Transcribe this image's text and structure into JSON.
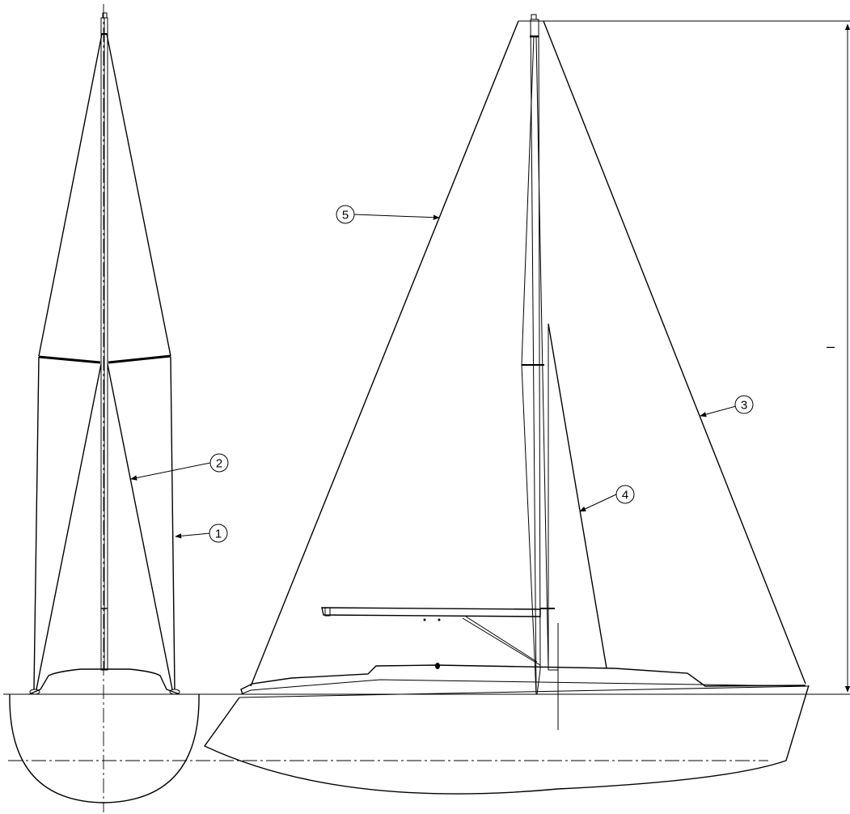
{
  "callouts": [
    {
      "label": "1"
    },
    {
      "label": "2"
    },
    {
      "label": "3"
    },
    {
      "label": "4"
    },
    {
      "label": "5"
    }
  ],
  "dimension": {
    "label": "–"
  }
}
